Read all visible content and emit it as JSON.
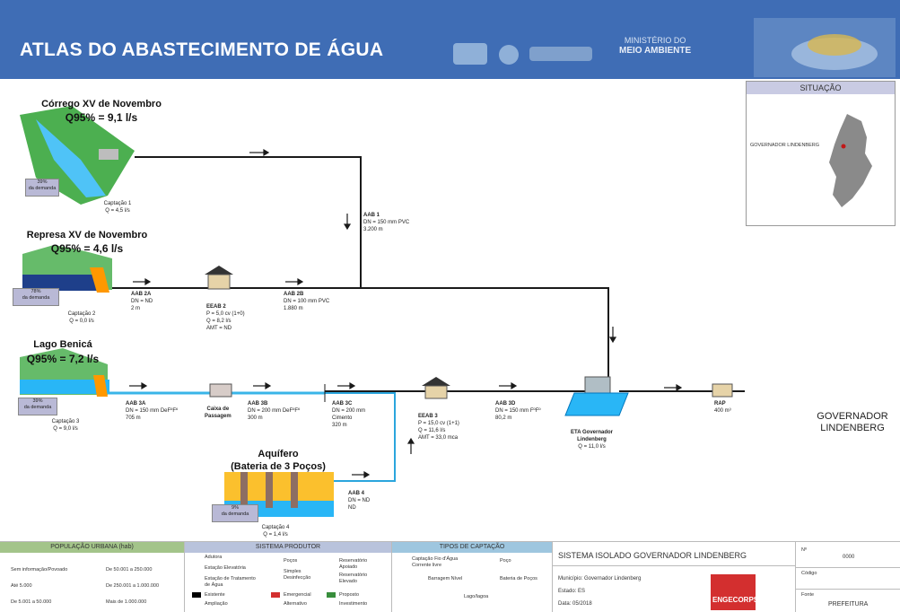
{
  "header": {
    "title": "ATLAS DO ABASTECIMENTO DE ÁGUA",
    "ministerio_line1": "MINISTÉRIO DO",
    "ministerio_line2": "MEIO AMBIENTE"
  },
  "situacao": {
    "title": "SITUAÇÃO",
    "label": "GOVERNADOR LINDENBERG"
  },
  "sources": {
    "corrego": {
      "name": "Córrego XV de Novembro",
      "q": "Q95% = 9,1 l/s",
      "demand": [
        "39%",
        "da demanda"
      ],
      "cap_name": "Captação 1",
      "cap_q": "Q = 4,5 l/s"
    },
    "represa": {
      "name": "Represa XV de Novembro",
      "q": "Q95% = 4,6 l/s",
      "demand": [
        "78%",
        "da demanda"
      ],
      "cap_name": "Captação 2",
      "cap_q": "Q = 0,0 l/s"
    },
    "lago": {
      "name": "Lago Benicá",
      "q": "Q95% = 7,2 l/s",
      "demand": [
        "39%",
        "da demanda"
      ],
      "cap_name": "Captação 3",
      "cap_q": "Q = 9,0 l/s"
    },
    "aquifero": {
      "name": "Aquífero",
      "sub": "(Bateria de 3 Poços)",
      "demand": [
        "9%",
        "da demanda"
      ],
      "cap_name": "Captação 4",
      "cap_q": "Q = 1,4 l/s"
    }
  },
  "segments": {
    "aab1": [
      "AAB 1",
      "DN = 150 mm PVC",
      "3.200 m"
    ],
    "aab2a": [
      "AAB 2A",
      "DN = ND",
      "2 m"
    ],
    "eeab2": [
      "EEAB 2",
      "P = 5,0 cv (1+0)",
      "Q = 8,2 l/s",
      "AMT = ND"
    ],
    "aab2b": [
      "AAB 2B",
      "DN = 100 mm PVC",
      "1.880 m"
    ],
    "aab3a": [
      "AAB 3A",
      "DN = 150 mm DeFºFº",
      "705 m"
    ],
    "caixa": [
      "Caixa de",
      "Passagem"
    ],
    "aab3b": [
      "AAB 3B",
      "DN = 200 mm DeFºFº",
      "300 m"
    ],
    "aab3c": [
      "AAB 3C",
      "DN = 200 mm",
      "Cimento",
      "320 m"
    ],
    "eeab3": [
      "EEAB 3",
      "P = 15,0 cv (1+1)",
      "Q = 11,6 l/s",
      "AMT = 33,0 mca"
    ],
    "aab3d": [
      "AAB 3D",
      "DN = 150 mm FºFº",
      "80,2 m"
    ],
    "aab4": [
      "AAB 4",
      "DN = ND",
      "ND"
    ],
    "eta": [
      "ETA Governador",
      "Lindenberg",
      "Q = 11,0 l/s"
    ],
    "rap": [
      "RAP",
      "400 m³"
    ]
  },
  "city": [
    "GOVERNADOR",
    "LINDENBERG"
  ],
  "footer": {
    "pop_head": "POPULAÇÃO URBANA (hab)",
    "pop_items": [
      "Sem informação/Povoado",
      "Até 5.000",
      "De 5.001 a 50.000",
      "De 50.001 a 250.000",
      "De 250.001 a 1.000.000",
      "Mais de 1.000.000"
    ],
    "sis_head": "SISTEMA PRODUTOR",
    "sis_items": [
      "Adutora",
      "Estação Elevatória",
      "Estação de Tratamento de Água",
      "Poços",
      "Simples Desinfecção",
      "Reservatório Apoiado",
      "Reservatório Elevado",
      "Existente",
      "Emergencial",
      "Proposto",
      "Ampliação",
      "Alternativo",
      "Investimento"
    ],
    "tipos_head": "TIPOS DE CAPTAÇÃO",
    "tipos_items": [
      "Captação Fio d'Água Corrente livre",
      "Poço",
      "Barragem Nível",
      "Bateria de Poços",
      "Lago/lagoa"
    ],
    "sistema": "SISTEMA ISOLADO GOVERNADOR LINDENBERG",
    "municipio": "Município: Governador Lindenberg",
    "estado": "Estado: ES",
    "data": "Data: 05/2018",
    "num_label": "Nº",
    "num_value": "0000",
    "codigo": "Código",
    "fonte_label": "Fonte",
    "fonte_value": "PREFEITURA",
    "engecorps": "ENGECORPS"
  },
  "colors": {
    "header": "#3f6db5",
    "pipe_dark": "#1a1a1a",
    "pipe_water": "#39b5e8",
    "demand_box": "#b9b9d6"
  }
}
